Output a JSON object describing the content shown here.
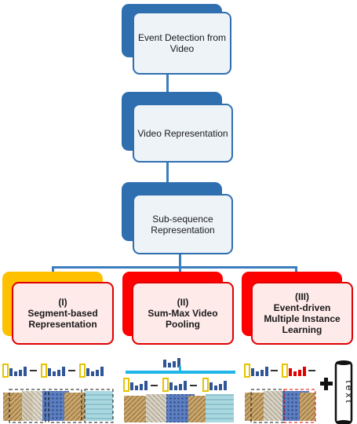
{
  "nodes": {
    "event_detection": "Event Detection from Video",
    "video_representation": "Video Representation",
    "subsequence_representation": "Sub-sequence Representation",
    "segment_based": {
      "number": "(I)",
      "label": "Segment-based Representation"
    },
    "sum_max": {
      "number": "(II)",
      "label": "Sum-Max Video Pooling"
    },
    "event_driven": {
      "number": "(III)",
      "label": "Event-driven Multiple Instance Learning"
    }
  },
  "text_scroll": "text",
  "colors": {
    "blue": "#2f6fb0",
    "red": "#ff0000",
    "yellow": "#ffc000",
    "connector": "#3b7dbd",
    "pool_bar": "#1fb5e8"
  }
}
